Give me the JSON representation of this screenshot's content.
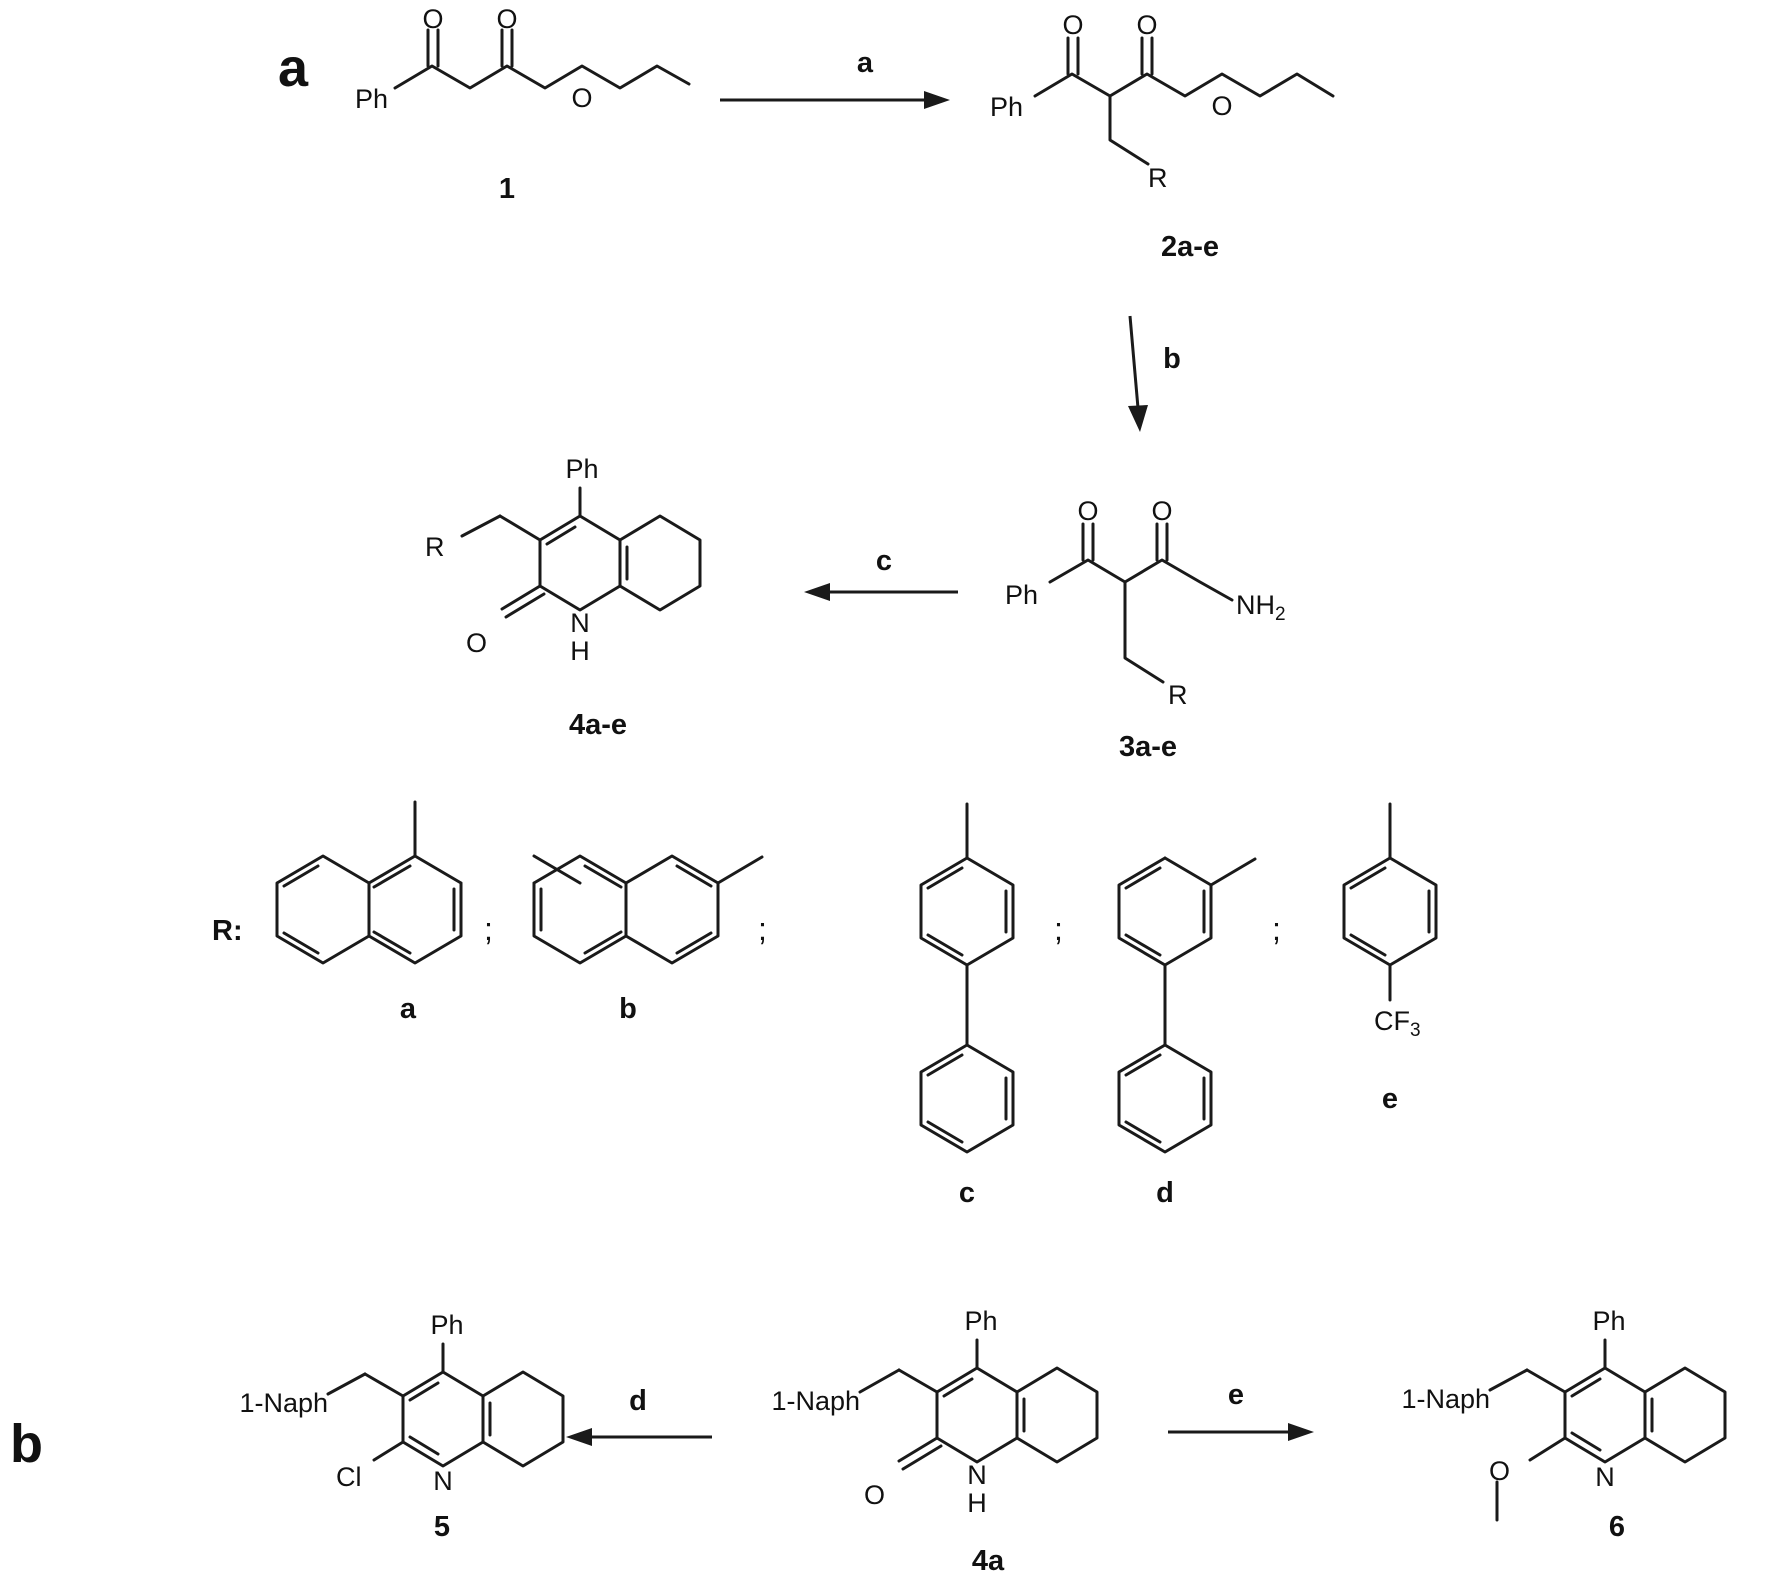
{
  "panels": {
    "a": "a",
    "b": "b"
  },
  "compounds": {
    "c1": "1",
    "c2": "2a-e",
    "c3": "3a-e",
    "c4": "4a-e",
    "c5": "5",
    "c4a": "4a",
    "c6": "6"
  },
  "steps": {
    "a": "a",
    "b": "b",
    "c": "c",
    "d": "d",
    "e": "e"
  },
  "atoms": {
    "ph": "Ph",
    "o": "O",
    "r": "R",
    "n": "N",
    "h": "H",
    "nh2_main": "NH",
    "nh2_sub": "2",
    "cl": "Cl",
    "naph": "1-Naph",
    "cf3_main": "CF",
    "cf3_sub": "3"
  },
  "substituents": {
    "label": "R:",
    "separator": ";",
    "items": [
      "a",
      "b",
      "c",
      "d",
      "e"
    ]
  }
}
